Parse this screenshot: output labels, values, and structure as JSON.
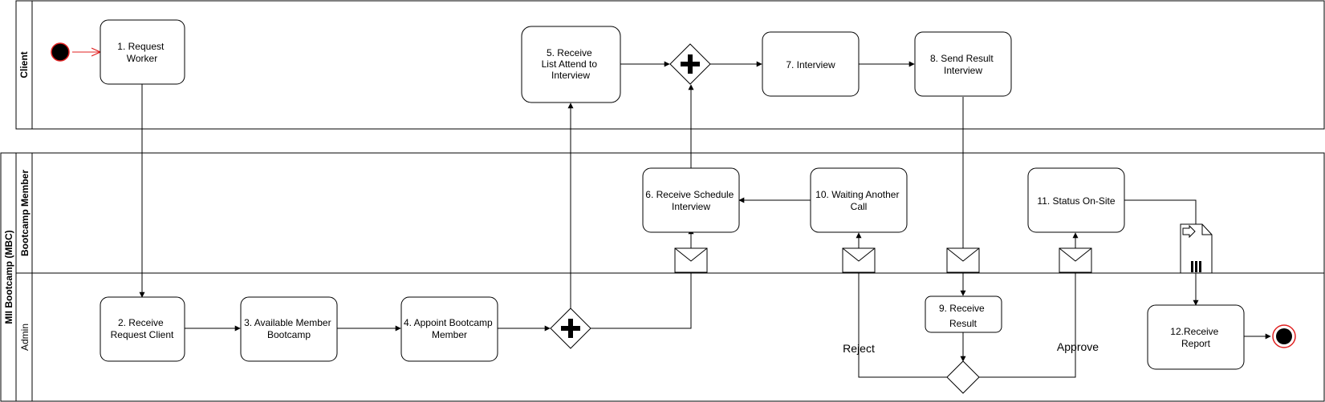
{
  "pools": {
    "client": {
      "label": "Client"
    },
    "mbc": {
      "label": "MII Bootcamp (MBC)",
      "lanes": {
        "bootcamp_member": {
          "label": "Bootcamp Member"
        },
        "admin": {
          "label": "Admin"
        }
      }
    }
  },
  "tasks": {
    "t1": [
      "1. Request",
      "Worker"
    ],
    "t2": [
      "2. Receive",
      "Request Client"
    ],
    "t3": [
      "3. Available Member",
      "Bootcamp"
    ],
    "t4": [
      "4. Appoint Bootcamp",
      "Member"
    ],
    "t5": [
      "5. Receive",
      "List Attend to",
      "Interview"
    ],
    "t6": [
      "6. Receive Schedule",
      "Interview"
    ],
    "t7": [
      "7. Interview"
    ],
    "t8": [
      "8. Send Result",
      "Interview"
    ],
    "t9": [
      "9. Receive",
      "Result"
    ],
    "t10": [
      "10. Waiting Another",
      "Call"
    ],
    "t11": [
      "11. Status On-Site"
    ],
    "t12": [
      "12.Receive",
      "Report"
    ]
  },
  "edge_labels": {
    "reject": "Reject",
    "approve": "Approve"
  }
}
